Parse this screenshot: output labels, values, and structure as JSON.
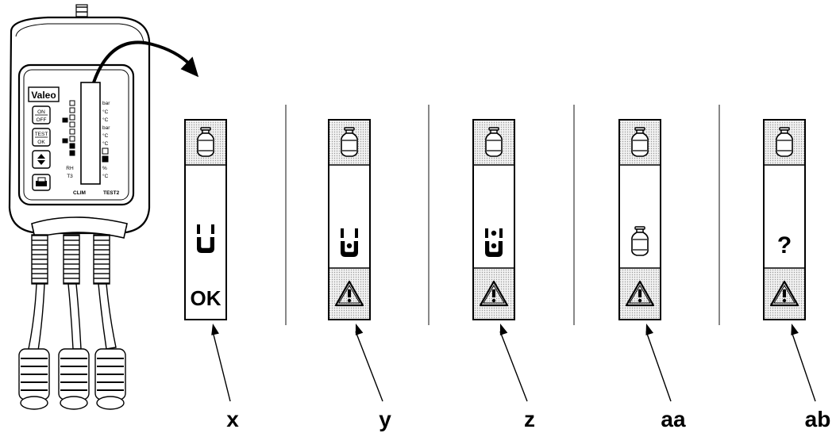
{
  "device": {
    "brand": "Valeo",
    "buttons": {
      "on_off_top": "ON",
      "on_off_bottom": "OFF",
      "test_ok_top": "TEST",
      "test_ok_bottom": "OK"
    },
    "side_labels": [
      "RH",
      "T3"
    ],
    "unit_labels": [
      "bar",
      "°C",
      "°C",
      "bar",
      "°C",
      "°C",
      "%",
      "°C"
    ],
    "bottom_left_label": "CLIM",
    "bottom_right_label": "TEST2"
  },
  "panels": [
    {
      "id": "x",
      "label": "x",
      "middle_symbol": "clamp-empty-icon",
      "bottom_text": "OK",
      "bottom_warning": false
    },
    {
      "id": "y",
      "label": "y",
      "middle_symbol": "clamp-one-dot-icon",
      "bottom_text": "",
      "bottom_warning": true
    },
    {
      "id": "z",
      "label": "z",
      "middle_symbol": "clamp-two-dots-icon",
      "bottom_text": "",
      "bottom_warning": true
    },
    {
      "id": "aa",
      "label": "aa",
      "middle_symbol": "bottle-icon",
      "bottom_text": "",
      "bottom_warning": true
    },
    {
      "id": "ab",
      "label": "ab",
      "middle_symbol": "question-mark",
      "middle_text": "?",
      "bottom_text": "",
      "bottom_warning": true
    }
  ]
}
